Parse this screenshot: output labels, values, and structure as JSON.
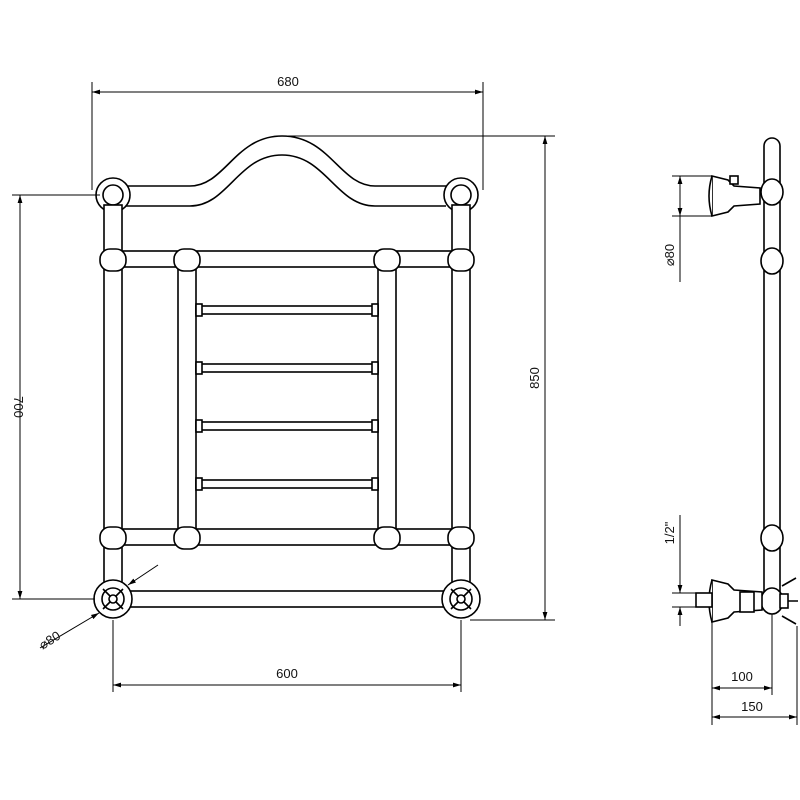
{
  "dimensions": {
    "top_width": "680",
    "height_700": "700",
    "height_850": "850",
    "bottom_width": "600",
    "flange_diameter_front": "⌀80",
    "flange_diameter_side": "⌀80",
    "thread": "1/2\"",
    "depth_100": "100",
    "depth_150": "150"
  },
  "colors": {
    "line": "#000000",
    "background": "#ffffff"
  }
}
